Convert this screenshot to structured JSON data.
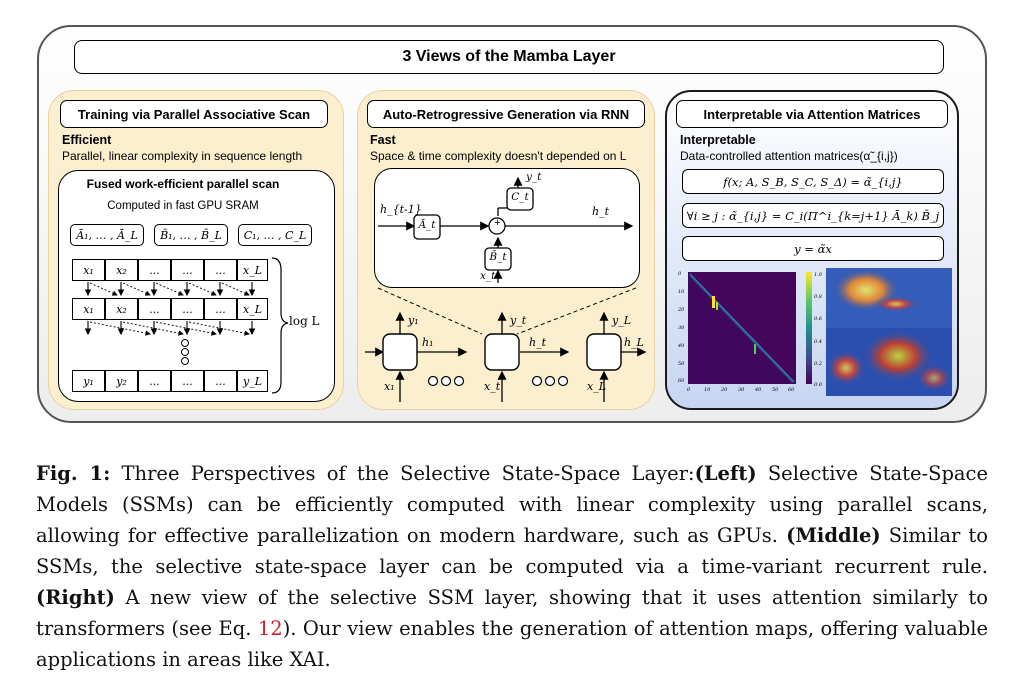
{
  "figure": {
    "title": "3 Views of the Mamba Layer",
    "left": {
      "header": "Training via Parallel Associative Scan",
      "label": "Efficient",
      "description": "Parallel, linear complexity in sequence length",
      "inner_title": "Fused work-efficient parallel scan",
      "inner_subtitle": "Computed in fast GPU SRAM",
      "param_boxes": [
        "Ā₁, … , Ā_L",
        "B̄₁, … , B̄_L",
        "C₁, … , C_L"
      ],
      "row_x": [
        "x₁",
        "x₂",
        "...",
        "...",
        "...",
        "x_L"
      ],
      "row_y": [
        "y₁",
        "y₂",
        "...",
        "...",
        "...",
        "y_L"
      ],
      "log_label": "log L"
    },
    "middle": {
      "header": "Auto-Retrogressive Generation via RNN",
      "label": "Fast",
      "description": "Space & time complexity doesn't depended on L",
      "cell": {
        "h_prev": "h_{t-1}",
        "h": "h_t",
        "A": "Ā_t",
        "B": "B̄_t",
        "C": "C_t",
        "x": "x_t",
        "y": "y_t",
        "plus": "+"
      },
      "units": [
        {
          "x": "x₁",
          "y": "y₁",
          "h": "h₁"
        },
        {
          "x": "x_t",
          "y": "y_t",
          "h": "h_t"
        },
        {
          "x": "x_L",
          "y": "y_L",
          "h": "h_L"
        }
      ]
    },
    "right": {
      "header": "Interpretable via Attention Matrices",
      "label": "Interpretable",
      "description": "Data-controlled attention matrices(α̃_{i,j})",
      "equations": [
        "f(x; A, S_B, S_C, S_Δ) = α̃_{i,j}",
        "∀i ≥ j :  α̃_{i,j} = C_i(Π^i_{k=j+1} Ā_k) B̄_j",
        "y = α̃x"
      ],
      "colorbar_ticks": [
        "1.0",
        "0.8",
        "0.6",
        "0.4",
        "0.2",
        "0.0"
      ],
      "y_ticks": [
        "0",
        "10",
        "20",
        "30",
        "40",
        "50",
        "60"
      ],
      "x_ticks": [
        "0",
        "10",
        "20",
        "30",
        "40",
        "50",
        "60"
      ]
    }
  },
  "caption": {
    "fig_label": "Fig. 1:",
    "intro": " Three Perspectives of the Selective State-Space Layer:",
    "left_tag": "(Left)",
    "left_text": " Selective State-Space Models (SSMs) can be efficiently computed with linear complexity using parallel scans, allowing for effective parallelization on modern hardware, such as GPUs. ",
    "middle_tag": "(Middle)",
    "middle_text": " Similar to SSMs, the selective state-space layer can be computed via a time-variant recurrent rule. ",
    "right_tag": "(Right)",
    "right_text_1": " A new view of the selective SSM layer, showing that it uses attention similarly to transformers (see Eq. ",
    "eq_ref": "12",
    "right_text_2": "). Our view enables the generation of attention maps, offering valuable applications in areas like XAI."
  }
}
